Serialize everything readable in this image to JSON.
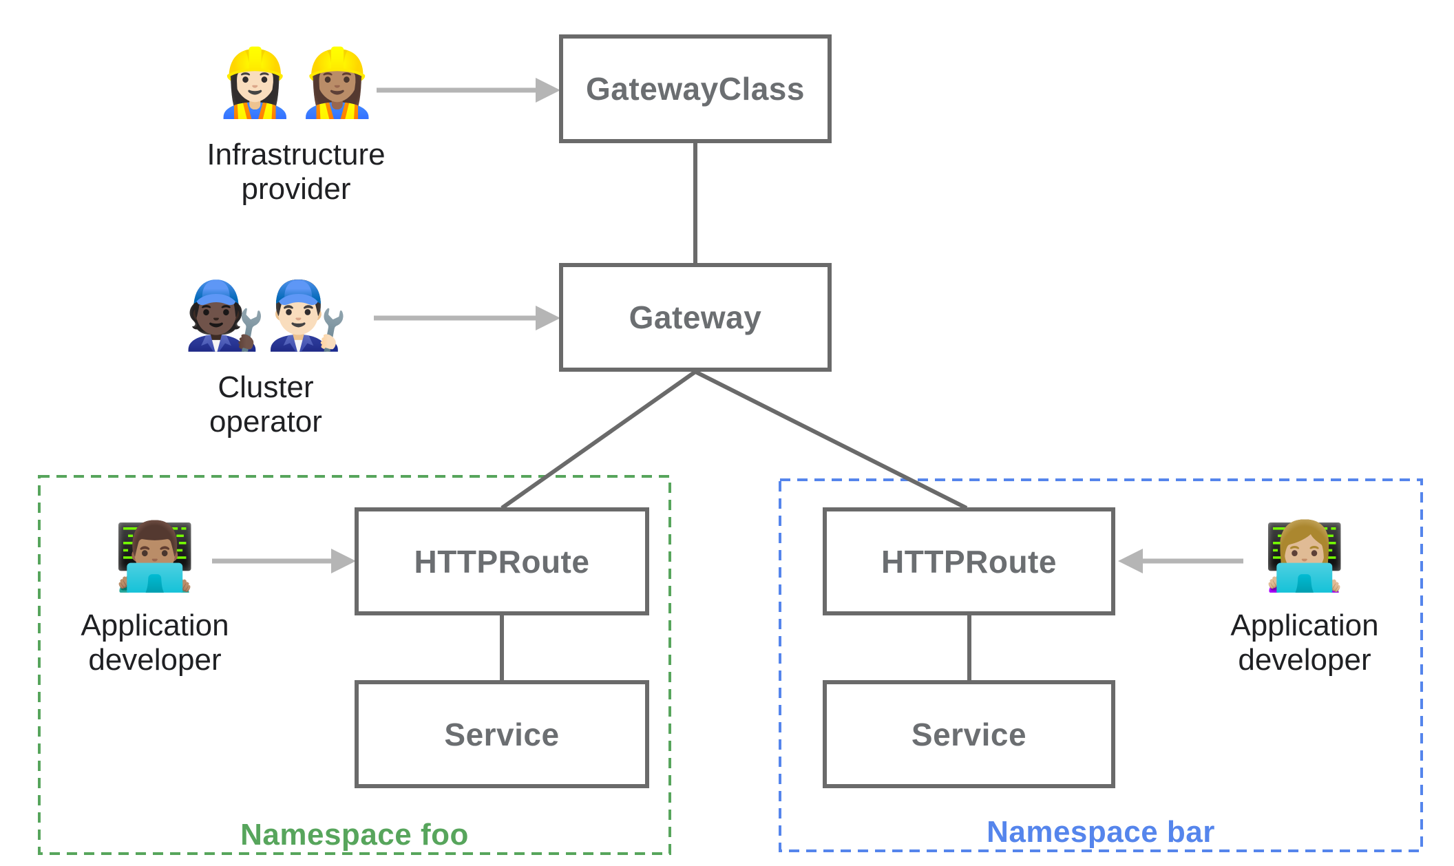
{
  "theme": {
    "border-gray": "#6a6a6a",
    "box-text-gray": "#6b6e71",
    "label-black": "#1f2023",
    "arrow-gray": "#b5b5b5",
    "ns-foo-green": "#57a55c",
    "ns-bar-blue": "#5585ec",
    "bg": "#ffffff"
  },
  "diagram": {
    "nodes": {
      "gateway_class": "GatewayClass",
      "gateway": "Gateway"
    },
    "namespaces": [
      {
        "label": "Namespace foo",
        "httproute": "HTTPRoute",
        "service": "Service"
      },
      {
        "label": "Namespace bar",
        "httproute": "HTTPRoute",
        "service": "Service"
      }
    ],
    "actors": {
      "infrastructure_provider": {
        "emoji": "👷🏻‍♀️👷🏽‍♀️",
        "label": "Infrastructure provider"
      },
      "cluster_operator": {
        "emoji": "🧑🏿‍🔧👨🏻‍🔧",
        "label": "Cluster operator"
      },
      "app_developer_foo": {
        "emoji": "👨🏽‍💻",
        "label": "Application developer"
      },
      "app_developer_bar": {
        "emoji": "👩🏼‍💻",
        "label": "Application developer"
      }
    }
  }
}
